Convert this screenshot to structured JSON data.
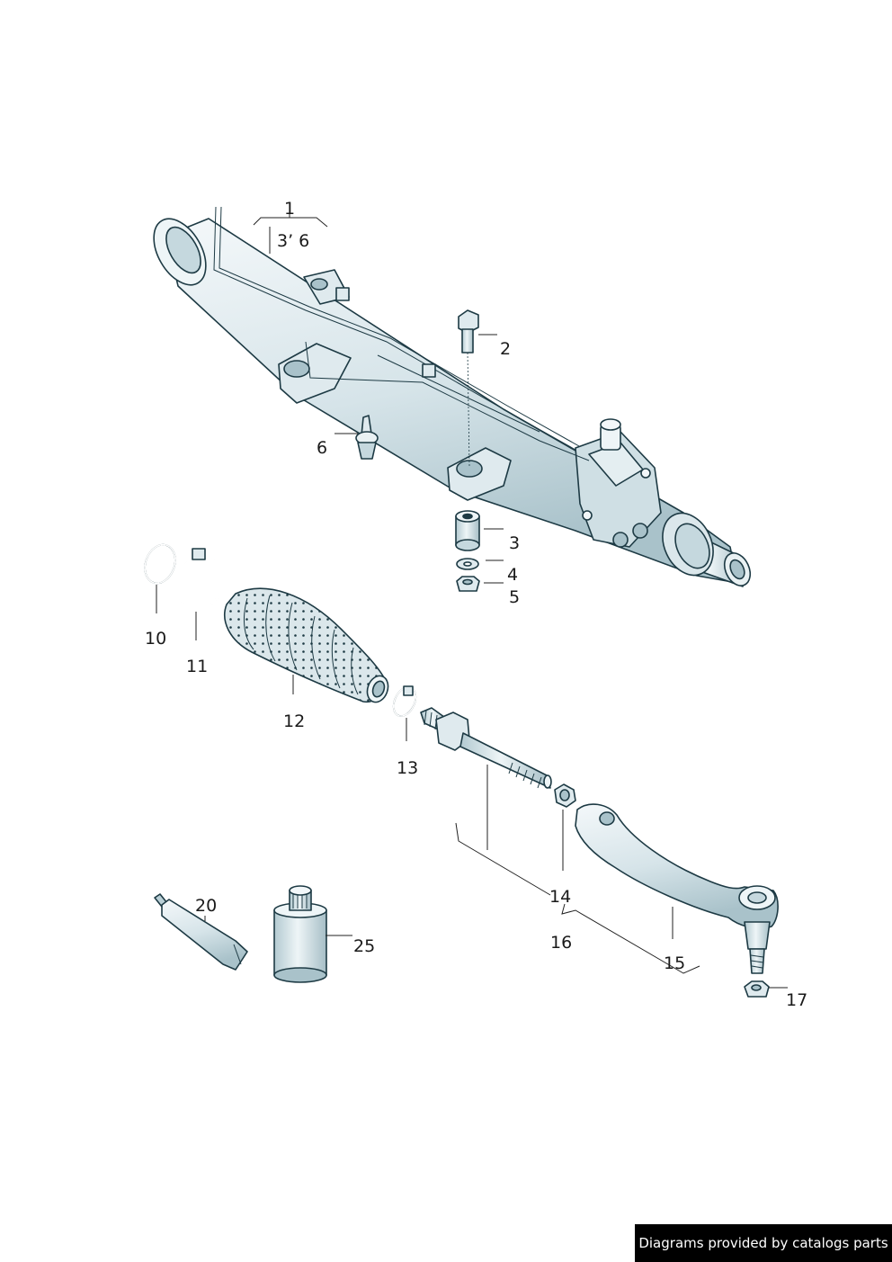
{
  "credit": "Diagrams provided by catalogs parts",
  "callouts": {
    "c1": "1",
    "c36": "3’ 6",
    "c2": "2",
    "c6": "6",
    "c3": "3",
    "c4": "4",
    "c5": "5",
    "c10": "10",
    "c11": "11",
    "c12": "12",
    "c13": "13",
    "c14": "14",
    "c16": "16",
    "c15": "15",
    "c17": "17",
    "c20": "20",
    "c25": "25"
  },
  "colors": {
    "part_fill": "#dfeaee",
    "part_shade": "#b9cfd6",
    "part_light": "#f2f7f9",
    "outline": "#1d3a44"
  }
}
